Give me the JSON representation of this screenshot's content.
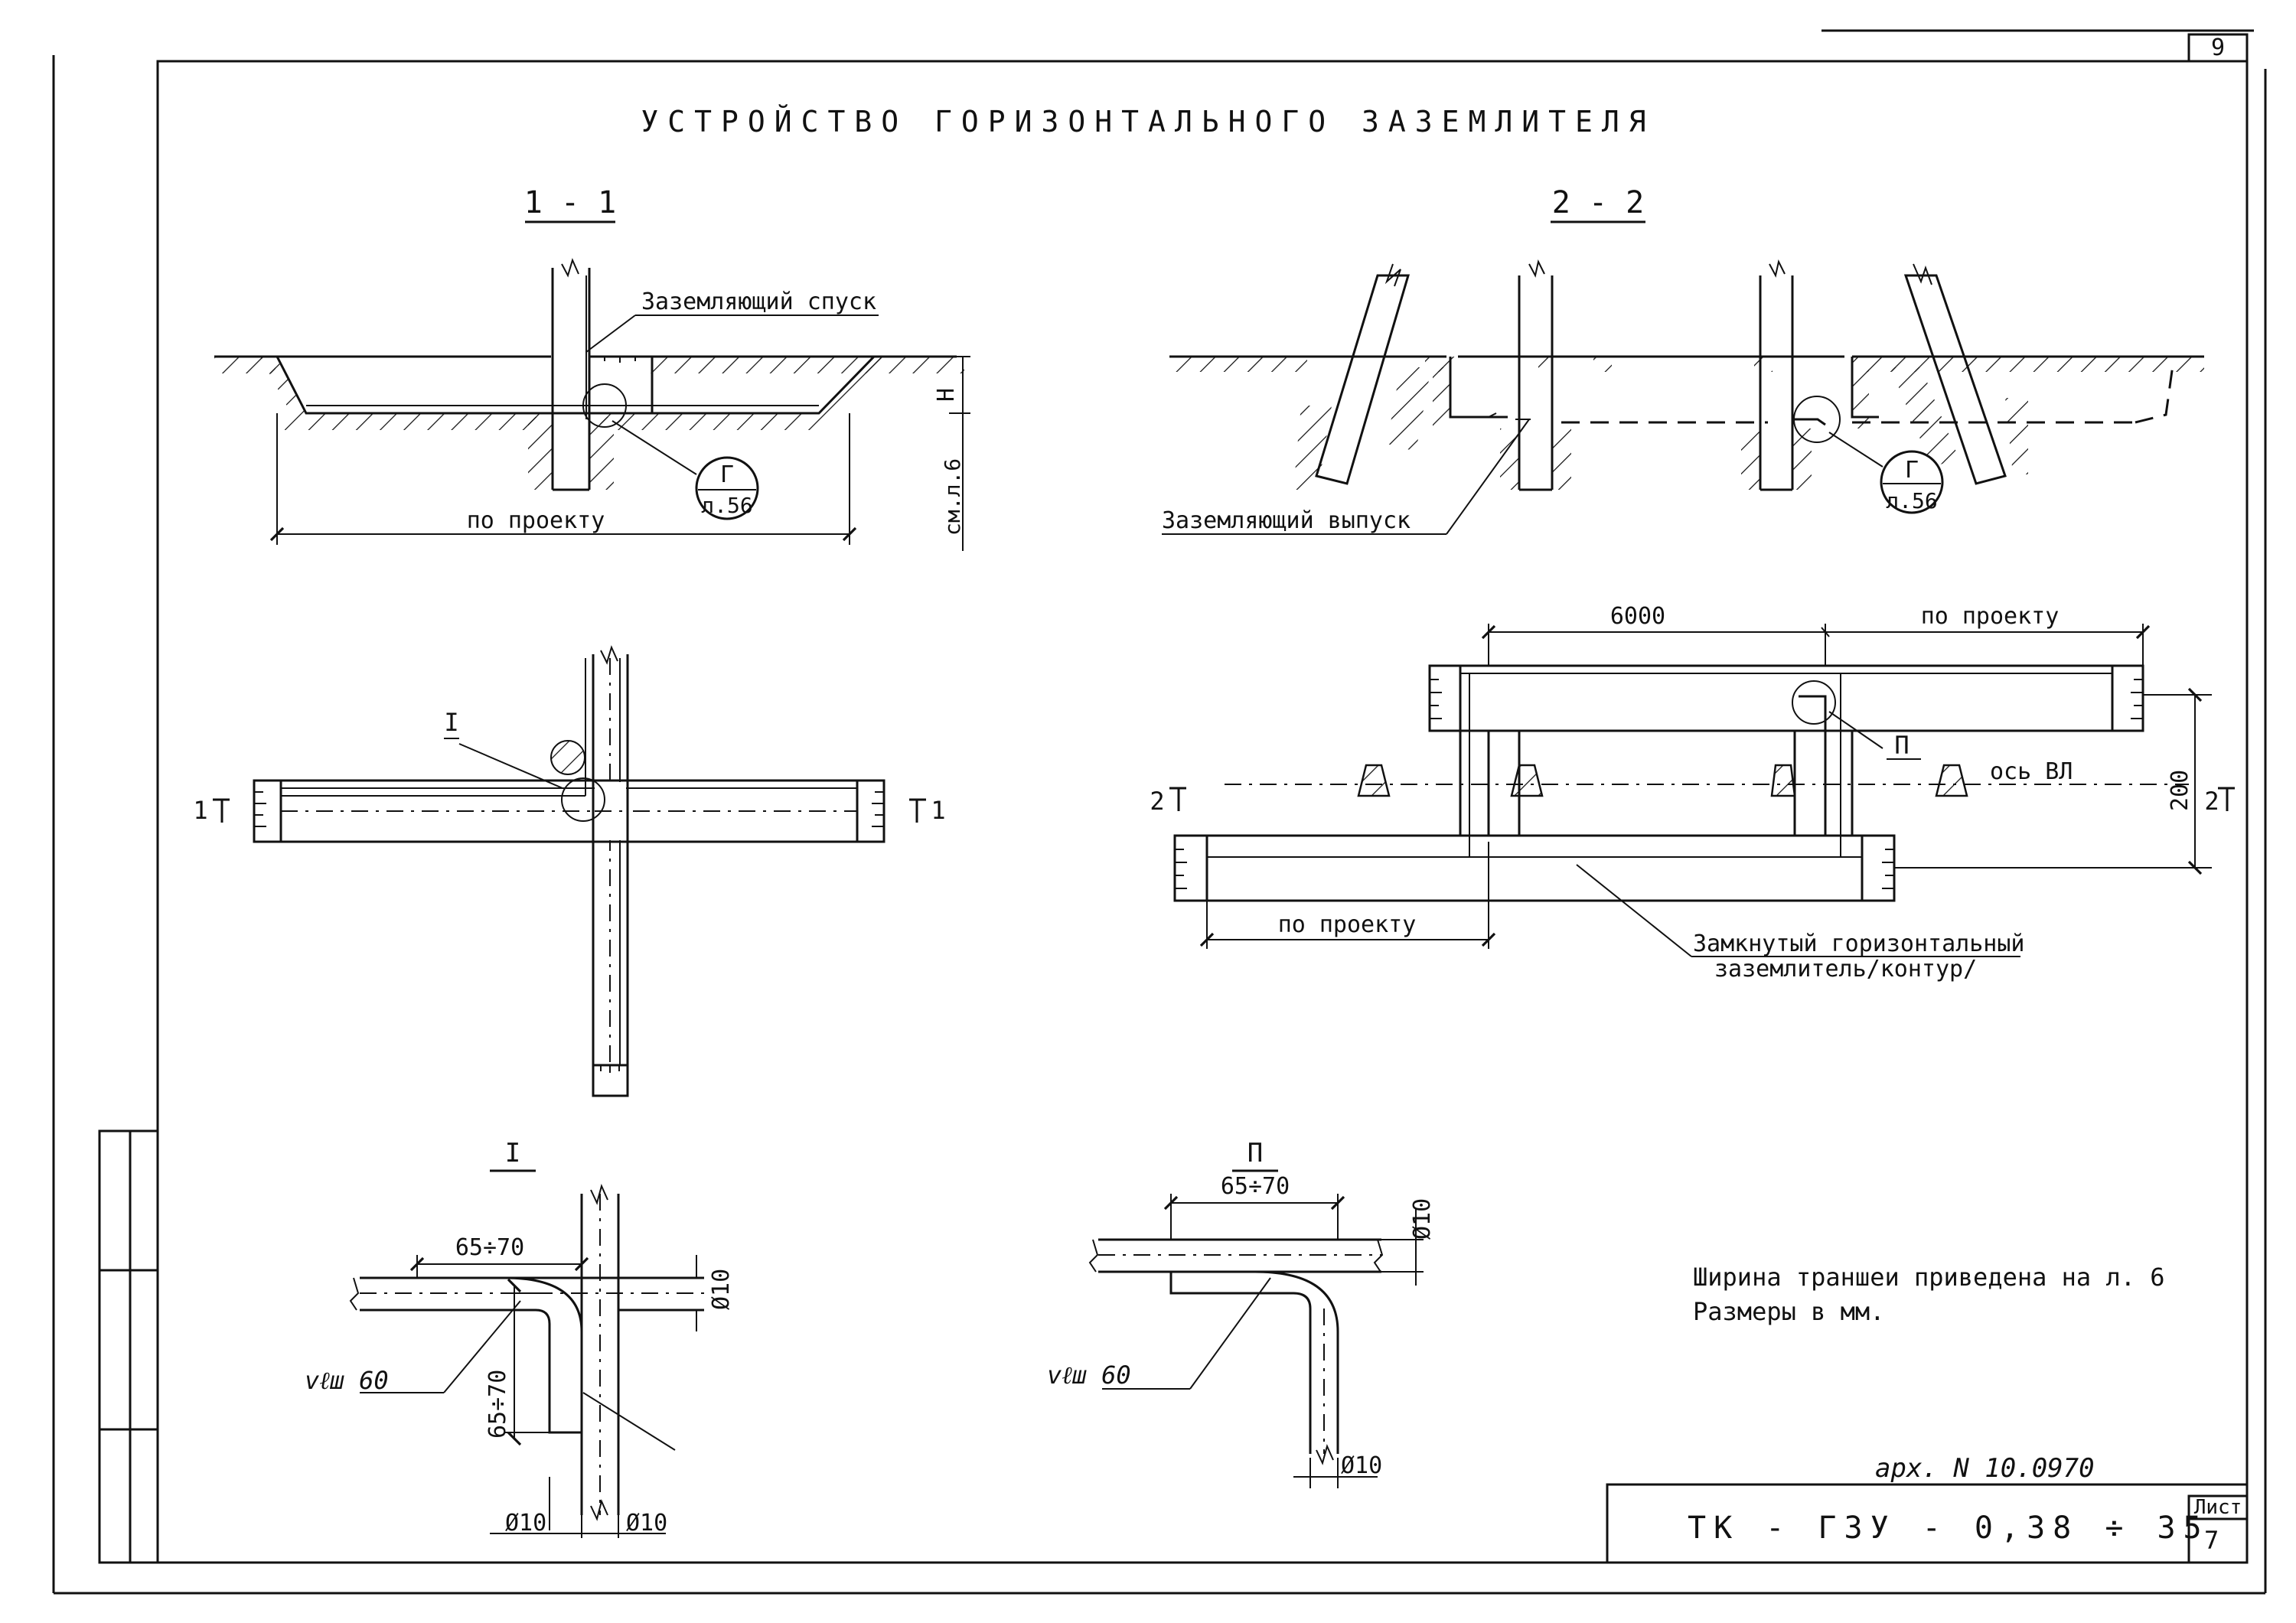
{
  "sheet": {
    "title": "УСТРОЙСТВО ГОРИЗОНТАЛЬНОГО ЗАЗЕМЛИТЕЛЯ",
    "page_number": "9",
    "code": "ТК - ГЗУ - 0,38 ÷ 35",
    "sheet_label": "Лист",
    "sheet_number": "7",
    "archive_no": "арх. N 10.0970"
  },
  "section_1_1": {
    "label": "1 - 1",
    "callout_grounding_drop": "Заземляющий спуск",
    "dim_h": "H",
    "dim_width_note": "см.л.6",
    "dim_by_project": "по проекту",
    "ref_letter": "Г",
    "ref_sheet": "л.56"
  },
  "section_2_2": {
    "label": "2 - 2",
    "callout_grounding_outlet": "Заземляющий выпуск",
    "ref_letter": "Г",
    "ref_sheet": "л.56"
  },
  "plan_cross": {
    "node_label": "I",
    "cut_left": "1",
    "cut_right": "1"
  },
  "plan_contour": {
    "dim_6000": "6000",
    "dim_by_project_top": "по проекту",
    "dim_by_project_bottom": "по проекту",
    "dim_200": "200",
    "axis_label": "ось ВЛ",
    "node_label": "П",
    "cut_left": "2",
    "cut_right": "2",
    "callout_line1": "Замкнутый горизонтальный",
    "callout_line2": "заземлитель/контур/"
  },
  "detail_I": {
    "label": "I",
    "dim_horizontal": "65÷70",
    "dim_vertical": "65÷70",
    "dia_right": "Ø10",
    "dia_bottom_left": "Ø10",
    "dia_bottom_right": "Ø10",
    "weld": "vℓш 60"
  },
  "detail_II": {
    "label": "П",
    "dim_horizontal": "65÷70",
    "dia_right": "Ø10",
    "dia_bottom": "Ø10",
    "weld": "vℓш 60"
  },
  "notes": {
    "line1": "Ширина траншеи приведена на л. 6",
    "line2": "Размеры в мм."
  }
}
